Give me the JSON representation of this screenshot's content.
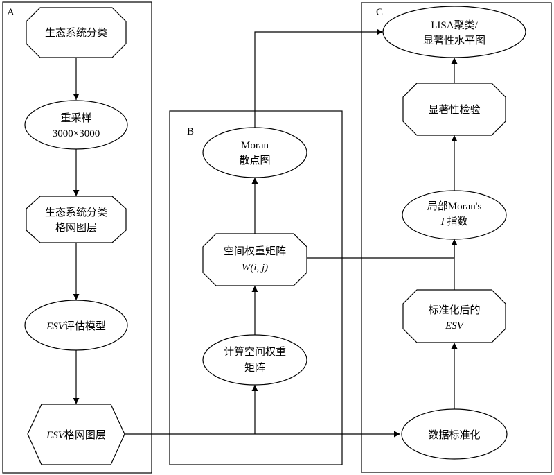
{
  "panels": {
    "a": "A",
    "b": "B",
    "c": "C"
  },
  "nodes": {
    "eco_classification": {
      "l1": "生态系统分类"
    },
    "resample": {
      "l1": "重采样",
      "l2": "3000×3000"
    },
    "eco_grid": {
      "l1": "生态系统分类",
      "l2": "格网图层"
    },
    "esv_model": {
      "l1_i": "ESV",
      "l1": "评估模型"
    },
    "esv_grid": {
      "l1_i": "ESV",
      "l1": "格网图层"
    },
    "calc_weight": {
      "l1": "计算空间权重",
      "l2": "矩阵"
    },
    "weight_matrix": {
      "l1": "空间权重矩阵",
      "l2": "W(i, j)"
    },
    "moran_scatter": {
      "l1": "Moran",
      "l2": "散点图"
    },
    "standardize": {
      "l1": "数据标准化"
    },
    "standardized_esv": {
      "l1": "标准化后的",
      "l2_i": "ESV"
    },
    "local_moran": {
      "l1": "局部Moran's",
      "l2_i": "I",
      "l2": " 指数"
    },
    "significance": {
      "l1": "显著性检验"
    },
    "lisa": {
      "l1": "LISA聚类/",
      "l2": "显著性水平图"
    }
  }
}
